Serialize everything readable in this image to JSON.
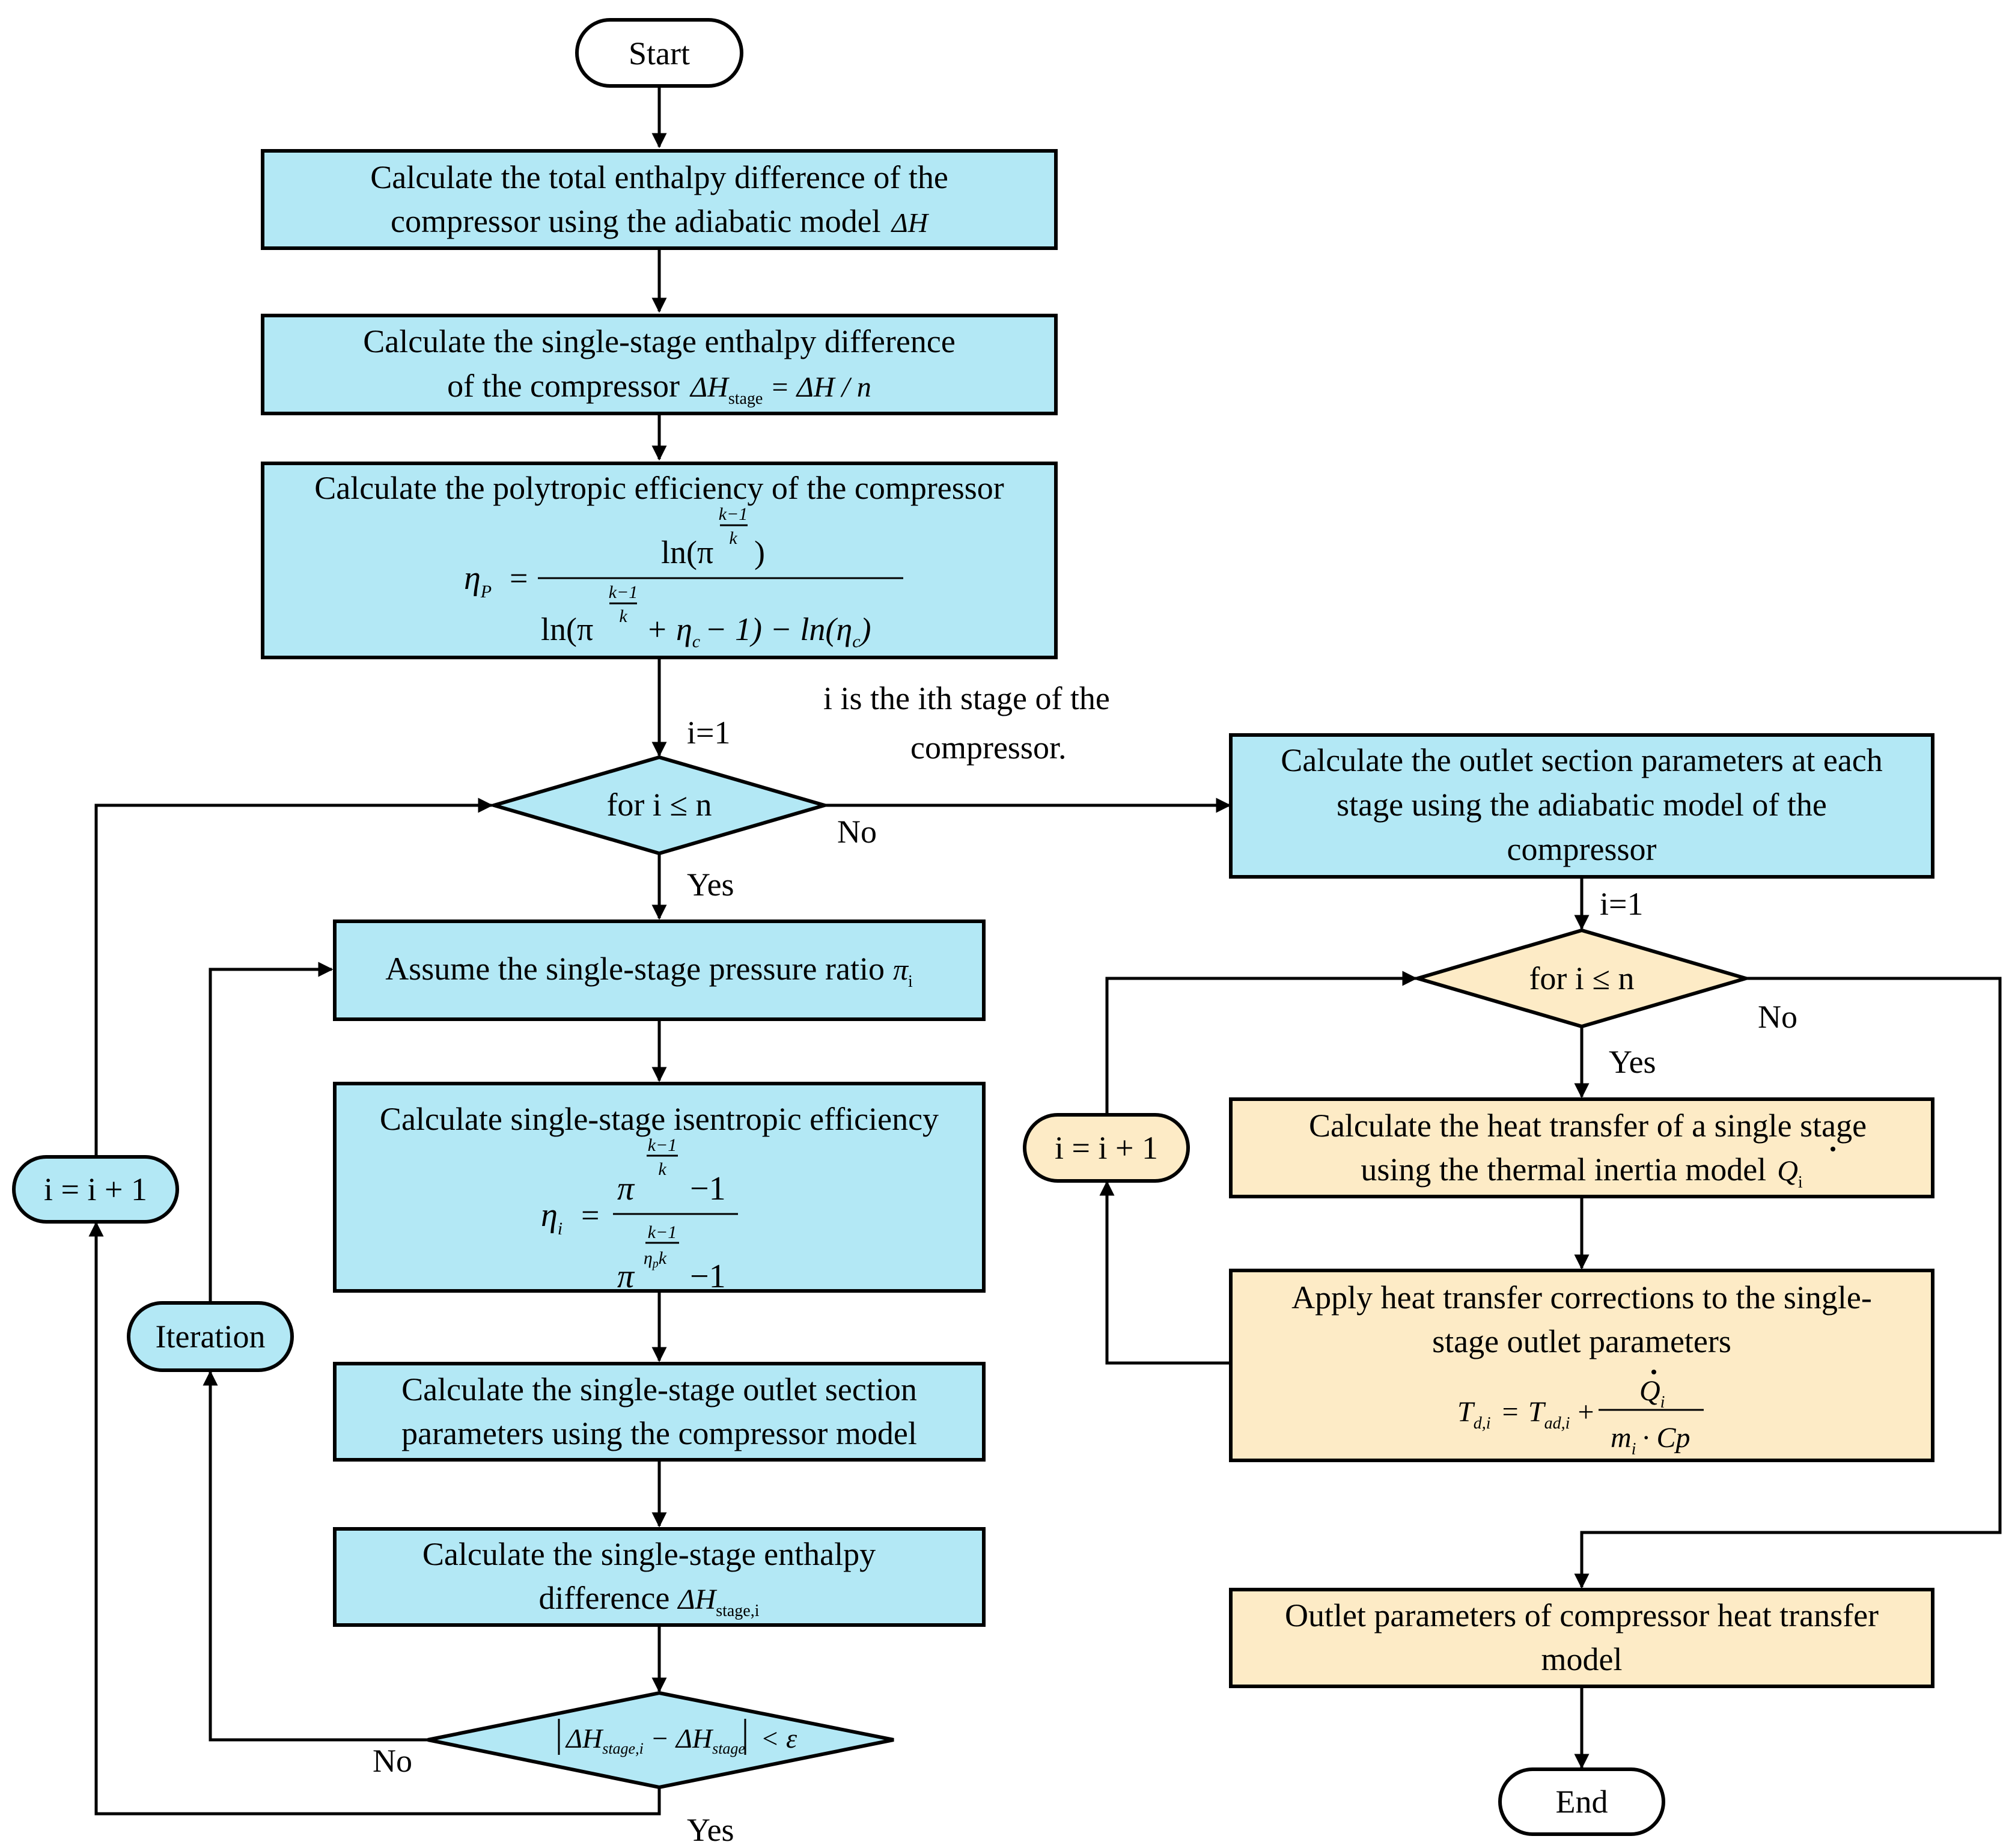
{
  "colors": {
    "process_blue": "#b3e8f5",
    "process_yellow": "#fdebc6",
    "stroke": "#000000"
  },
  "start": "Start",
  "end": "End",
  "steps": {
    "total_enthalpy": [
      "Calculate the total enthalpy difference of the",
      "compressor using the adiabatic model"
    ],
    "total_enthalpy_sym": "ΔH",
    "single_stage_enthalpy": [
      "Calculate the single-stage enthalpy difference",
      "of the compressor"
    ],
    "single_stage_enthalpy_formula": {
      "lhs": "ΔH",
      "lhs_sub": "stage",
      "eq": " = ΔH / n"
    },
    "polytropic": "Calculate the polytropic efficiency of the compressor",
    "polytropic_formula": {
      "lhs": "η",
      "lhs_sub": "P",
      "eq": "=",
      "num": "ln(π",
      "num_close": ")",
      "den_a": "ln(π",
      "den_b": "+ η",
      "den_b_sub": "c",
      "den_c": "− 1) − ln(η",
      "den_c_sub": "c",
      "den_d": ")",
      "exp_num": "k−1",
      "exp_den": "k"
    }
  },
  "note": [
    "i  is the ith stage of the",
    "compressor."
  ],
  "left_loop": {
    "init": "i=1",
    "condition": "for i ≤ n",
    "yes": "Yes",
    "no": "No",
    "increment": "i = i + 1",
    "iteration": "Iteration",
    "assume": "Assume the single-stage pressure ratio",
    "assume_sym": "π",
    "assume_sub": "i",
    "isentropic": "Calculate single-stage isentropic efficiency",
    "isentropic_formula": {
      "lhs": "η",
      "lhs_sub": "i",
      "eq": "=",
      "num_base": "π",
      "num_minus": "−1",
      "den_base": "π",
      "den_minus": "−1",
      "exp_num": "k−1",
      "exp_den": "k",
      "exp_den2": "η",
      "exp_den2_sub": "p",
      "exp_den2_k": "k"
    },
    "outlet": [
      "Calculate the single-stage outlet section",
      "parameters  using the compressor model"
    ],
    "stage_enthalpy": [
      "Calculate the single-stage enthalpy",
      "difference"
    ],
    "stage_enthalpy_sym": "ΔH",
    "stage_enthalpy_sub": "stage,i",
    "convergence": {
      "a": "ΔH",
      "a_sub": "stage,i",
      "minus": " − ΔH",
      "b_sub": "stage",
      "lt": " < ε"
    },
    "conv_no": "No",
    "conv_yes": "Yes"
  },
  "right_loop": {
    "adiabatic": [
      "Calculate the outlet section parameters at each",
      "stage using the adiabatic model of the",
      "compressor"
    ],
    "init": "i=1",
    "condition": "for i ≤ n",
    "yes": "Yes",
    "no": "No",
    "increment": "i = i + 1",
    "heat_transfer": [
      "Calculate the heat transfer of a single stage",
      "using the thermal inertia model"
    ],
    "heat_sym": "Q",
    "heat_sub": "i",
    "corrections": [
      "Apply heat transfer corrections to the single-",
      "stage outlet parameters"
    ],
    "corrections_formula": {
      "lhs": "T",
      "lhs_sub": "d,i",
      "eq": "=",
      "t_ad": "T",
      "t_ad_sub": "ad,i",
      "plus": "+",
      "num": "Q",
      "num_sub": "i",
      "den_m": "m",
      "den_m_sub": "i",
      "den_rest": "· Cp"
    },
    "output": [
      "Outlet parameters of compressor heat transfer",
      "model"
    ]
  }
}
